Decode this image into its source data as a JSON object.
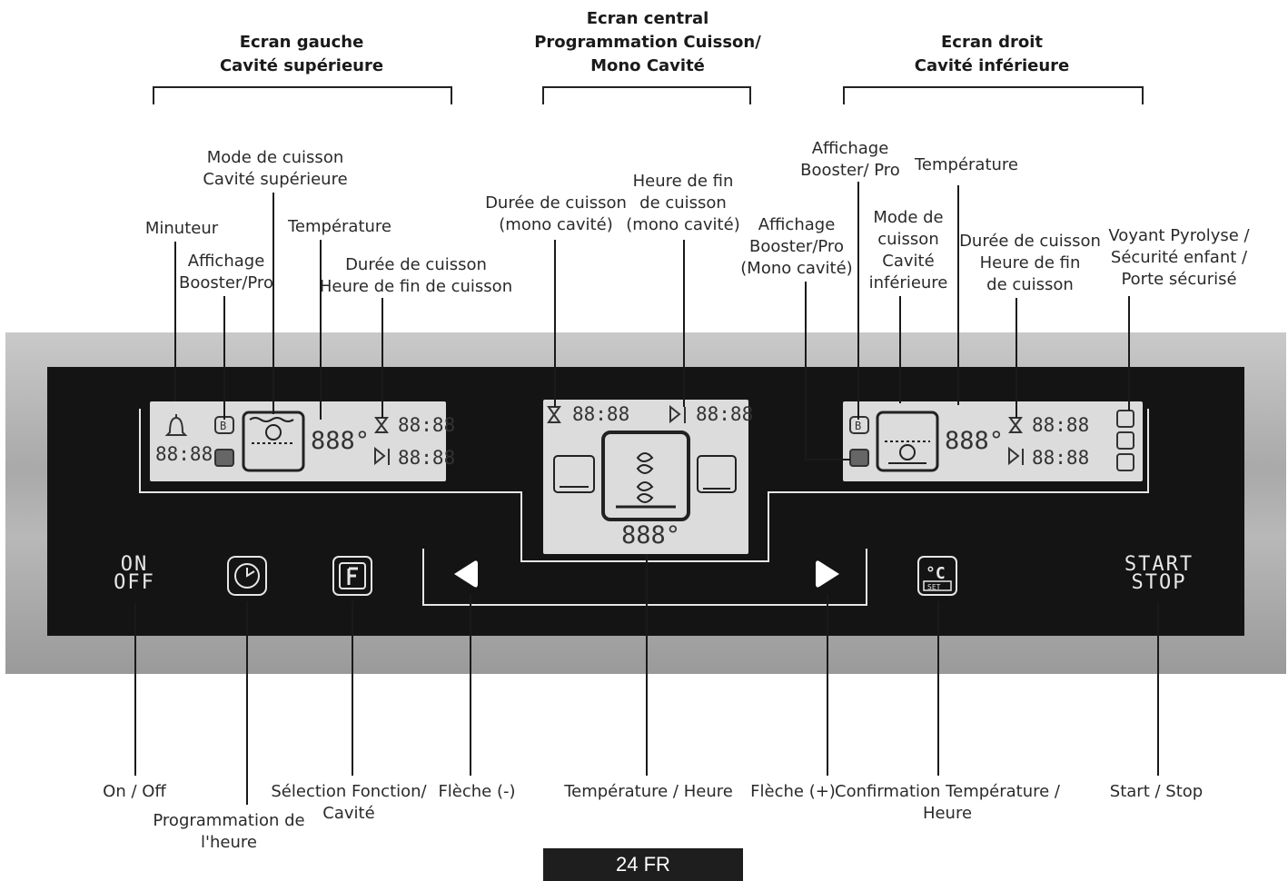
{
  "headers": {
    "left": "Ecran gauche\nCavité supérieure",
    "center": "Ecran central\nProgrammation Cuisson/\nMono Cavité",
    "right": "Ecran droit\nCavité inférieure"
  },
  "top_labels": {
    "minuteur": "Minuteur",
    "affichage_left": "Affichage\nBooster/Pro",
    "mode_upper": "Mode de cuisson\nCavité supérieure",
    "temp_left": "Température",
    "duree_left": "Durée de cuisson\nHeure de fin de cuisson",
    "duree_mono": "Durée de cuisson\n(mono cavité)",
    "heure_fin_mono": "Heure de fin\nde cuisson\n(mono cavité)",
    "affichage_mono": "Affichage\nBooster/Pro\n(Mono cavité)",
    "affichage_right": "Affichage\nBooster/ Pro",
    "mode_lower": "Mode de\ncuisson\nCavité\ninférieure",
    "temp_right": "Température",
    "duree_right": "Durée de cuisson\nHeure de fin\nde cuisson",
    "voyant": "Voyant Pyrolyse /\nSécurité enfant /\nPorte sécurisé"
  },
  "bottom_labels": {
    "on_off": "On / Off",
    "prog_heure": "Programmation de\nl'heure",
    "selection": "Sélection Fonction/\nCavité",
    "fleche_minus": "Flèche (-)",
    "temp_heure": "Température / Heure",
    "fleche_plus": "Flèche (+)",
    "confirmation": "Confirmation Température /\nHeure",
    "start_stop": "Start / Stop"
  },
  "panel_controls": {
    "on_off_text": "ON\nOFF",
    "start_stop_text": "START\nSTOP"
  },
  "displays": {
    "left_timer": "88:88",
    "left_temp": "888°",
    "left_dur": "88:88",
    "left_end": "88:88",
    "center_dur": "88:88",
    "center_end": "88:88",
    "center_temp": "888°",
    "right_temp": "888°",
    "right_dur": "88:88",
    "right_end": "88:88"
  },
  "footer": "24 FR"
}
